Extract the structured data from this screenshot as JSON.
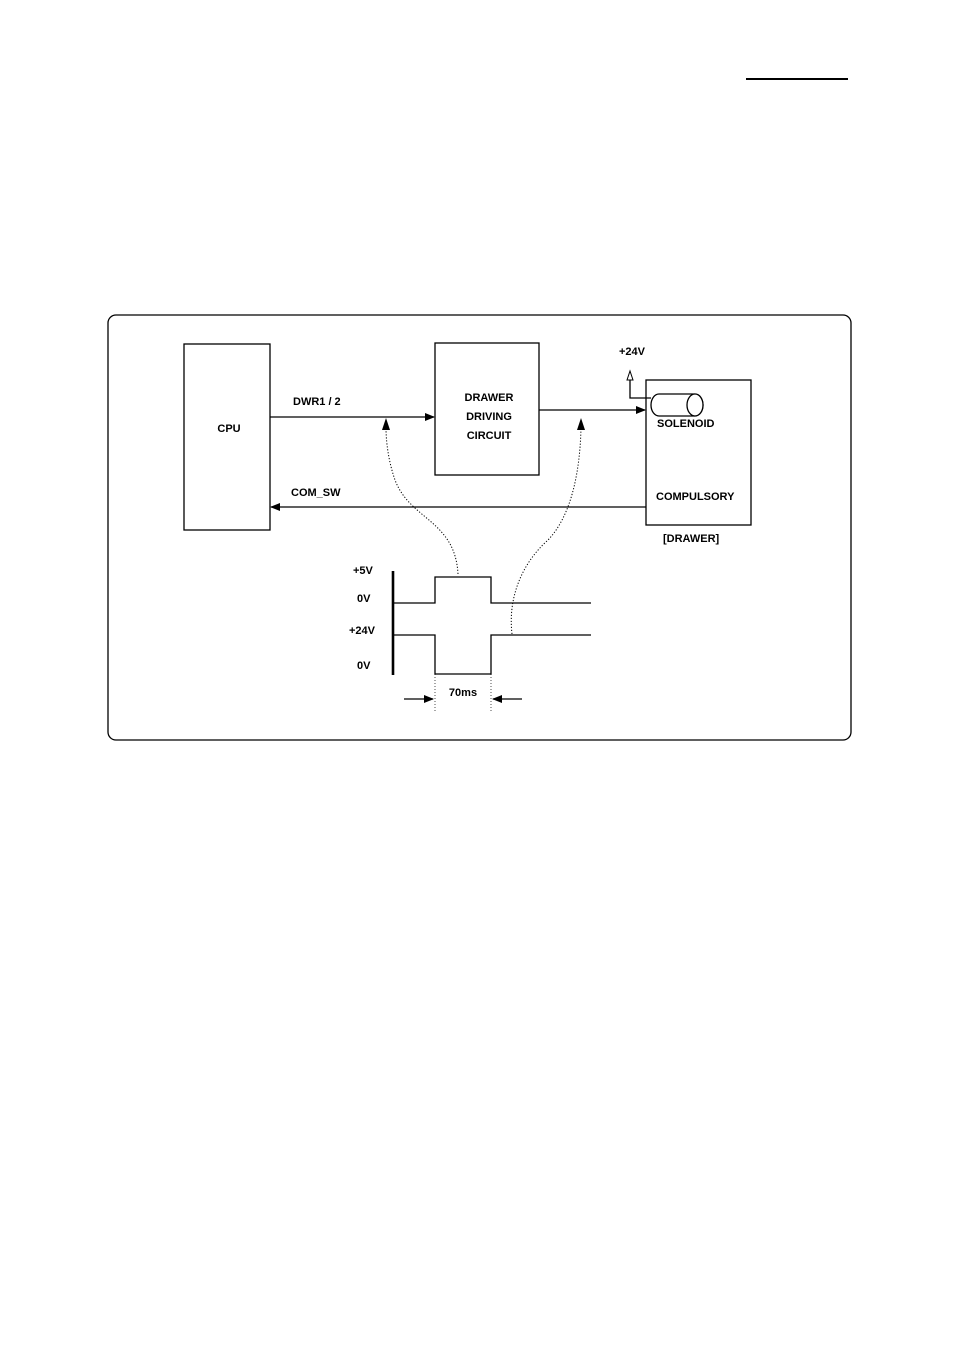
{
  "diagram": {
    "blocks": {
      "cpu": "CPU",
      "driver_line1": "DRAWER",
      "driver_line2": "DRIVING",
      "driver_line3": "CIRCUIT",
      "solenoid": "SOLENOID",
      "compulsory": "COMPULSORY",
      "drawer": "[DRAWER]"
    },
    "signals": {
      "dwr": "DWR1 / 2",
      "com_sw": "COM_SW",
      "supply": "+24V"
    },
    "waveform": {
      "level_5v": "+5V",
      "level_0v_a": "0V",
      "level_24v": "+24V",
      "level_0v_b": "0V",
      "pulse_width": "70ms"
    }
  }
}
